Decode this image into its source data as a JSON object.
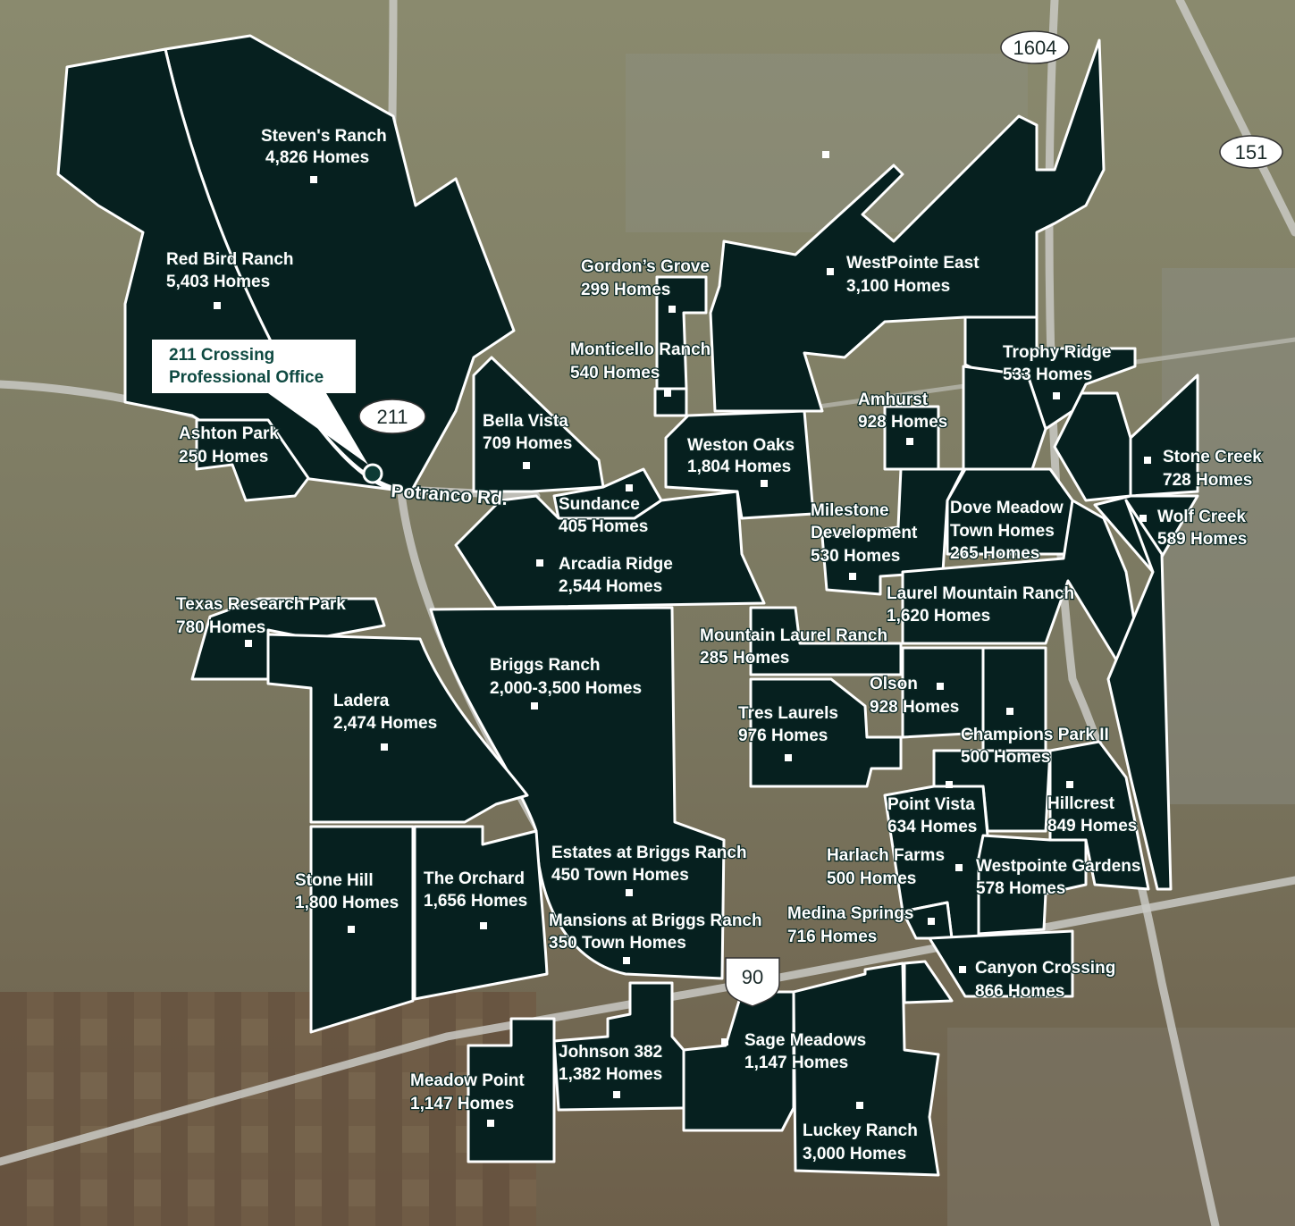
{
  "colors": {
    "parcel_fill": "#06201f",
    "parcel_border": "#ffffff",
    "callout_text": "#0f4a42",
    "terrain": "#7c7a62"
  },
  "highways": {
    "hwy_1604": "1604",
    "hwy_151": "151",
    "hwy_211": "211",
    "hwy_90": "90"
  },
  "road_label": "Potranco Rd.",
  "callout": {
    "line1": "211 Crossing",
    "line2": "Professional Office"
  },
  "communities": [
    {
      "name": "Steven's Ranch",
      "homes": "4,826 Homes"
    },
    {
      "name": "Red Bird Ranch",
      "homes": "5,403 Homes"
    },
    {
      "name": "Ashton Park",
      "homes": "250 Homes"
    },
    {
      "name": "Gordon’s Grove",
      "homes": "299 Homes"
    },
    {
      "name": "Monticello Ranch",
      "homes": "540 Homes"
    },
    {
      "name": "WestPointe East",
      "homes": "3,100 Homes"
    },
    {
      "name": "Trophy Ridge",
      "homes": "533 Homes"
    },
    {
      "name": "Amhurst",
      "homes": "928 Homes"
    },
    {
      "name": "Bella Vista",
      "homes": "709 Homes"
    },
    {
      "name": "Weston Oaks",
      "homes": "1,804 Homes"
    },
    {
      "name": "Stone Creek",
      "homes": "728 Homes"
    },
    {
      "name": "Sundance",
      "homes": "405 Homes"
    },
    {
      "name": "Dove Meadow",
      "homes": "Town Homes",
      "extra": "265 Homes"
    },
    {
      "name": "Wolf Creek",
      "homes": "589 Homes"
    },
    {
      "name": "Milestone",
      "homes": "Development",
      "extra": "530 Homes"
    },
    {
      "name": "Arcadia Ridge",
      "homes": "2,544 Homes"
    },
    {
      "name": "Laurel Mountain Ranch",
      "homes": "1,620 Homes"
    },
    {
      "name": "Texas Research Park",
      "homes": "780 Homes"
    },
    {
      "name": "Mountain Laurel Ranch",
      "homes": "285 Homes"
    },
    {
      "name": "Briggs Ranch",
      "homes": "2,000-3,500 Homes"
    },
    {
      "name": "Olson",
      "homes": "928 Homes"
    },
    {
      "name": "Ladera",
      "homes": "2,474 Homes"
    },
    {
      "name": "Tres Laurels",
      "homes": "976 Homes"
    },
    {
      "name": "Champions Park II",
      "homes": "500 Homes"
    },
    {
      "name": "Point Vista",
      "homes": "634 Homes"
    },
    {
      "name": "Hillcrest",
      "homes": "849 Homes"
    },
    {
      "name": "Estates at Briggs Ranch",
      "homes": "450 Town Homes"
    },
    {
      "name": "Harlach Farms",
      "homes": "500 Homes"
    },
    {
      "name": "Westpointe Gardens",
      "homes": "578 Homes"
    },
    {
      "name": "Stone Hill",
      "homes": "1,800 Homes"
    },
    {
      "name": "The Orchard",
      "homes": "1,656 Homes"
    },
    {
      "name": "Mansions at Briggs Ranch",
      "homes": "350 Town Homes"
    },
    {
      "name": "Medina Springs",
      "homes": "716 Homes"
    },
    {
      "name": "Canyon Crossing",
      "homes": "866 Homes"
    },
    {
      "name": "Sage Meadows",
      "homes": "1,147 Homes"
    },
    {
      "name": "Johnson 382",
      "homes": "1,382 Homes"
    },
    {
      "name": "Meadow Point",
      "homes": "1,147 Homes"
    },
    {
      "name": "Luckey Ranch",
      "homes": "3,000 Homes"
    }
  ]
}
